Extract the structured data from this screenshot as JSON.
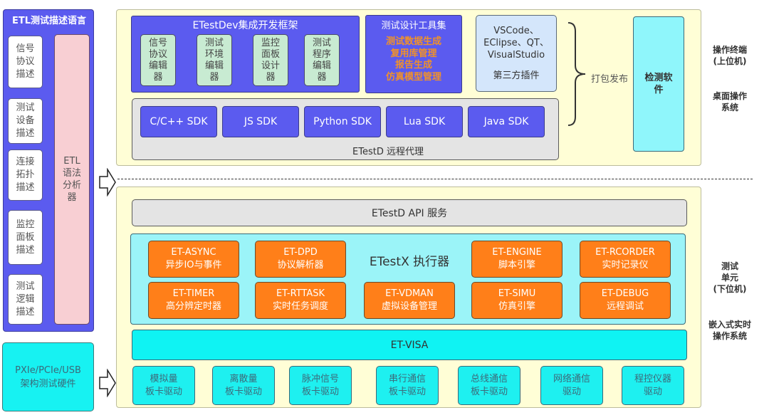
{
  "etl_panel": {
    "title": "ETL测试描述语言",
    "items": [
      {
        "lines": [
          "信号",
          "协议",
          "描述"
        ]
      },
      {
        "lines": [
          "测试",
          "设备",
          "描述"
        ]
      },
      {
        "lines": [
          "连接",
          "拓扑",
          "描述"
        ]
      },
      {
        "lines": [
          "监控",
          "面板",
          "描述"
        ]
      },
      {
        "lines": [
          "测试",
          "逻辑",
          "描述"
        ]
      }
    ],
    "analyzer": [
      "ETL",
      "语法",
      "分析",
      "器"
    ]
  },
  "hardware": {
    "lines": [
      "PXIe/PCIe/USB",
      "架构测试硬件"
    ]
  },
  "upper": {
    "dev_frame": {
      "title": "ETestDev集成开发框架",
      "editors": [
        {
          "lines": [
            "信号",
            "协议",
            "编辑",
            "器"
          ]
        },
        {
          "lines": [
            "测试",
            "环境",
            "编辑",
            "器"
          ]
        },
        {
          "lines": [
            "监控",
            "面板",
            "设计",
            "器"
          ]
        },
        {
          "lines": [
            "测试",
            "程序",
            "编辑",
            "器"
          ]
        }
      ]
    },
    "tool_set": {
      "title": "测试设计工具集",
      "items": [
        "测试数据生成",
        "复用库管理",
        "报告生成",
        "仿真模型管理"
      ]
    },
    "third_party": {
      "lines": [
        "VSCode、",
        "EClipse、QT、",
        "VisualStudio"
      ],
      "label": "第三方插件"
    },
    "agent": {
      "sdks": [
        "C/C++ SDK",
        "JS SDK",
        "Python SDK",
        "Lua SDK",
        "Java SDK"
      ],
      "label": "ETestD 远程代理"
    },
    "publish": "打包发布",
    "detect_software": [
      "检测软",
      "件"
    ]
  },
  "side_labels": {
    "host": [
      "操作终端",
      "(上位机)"
    ],
    "desktop_os": [
      "桌面操作",
      "系统"
    ],
    "unit": [
      "测试",
      "单元",
      "(下位机)"
    ],
    "rtos": [
      "嵌入式实时",
      "操作系统"
    ]
  },
  "lower": {
    "api": "ETestD API 服务",
    "executor_label": "ETestX 执行器",
    "modules": [
      {
        "name": "ET-ASYNC",
        "desc": "异步IO与事件"
      },
      {
        "name": "ET-DPD",
        "desc": "协议解析器"
      },
      {
        "name": "ET-ENGINE",
        "desc": "脚本引擎"
      },
      {
        "name": "ET-RCORDER",
        "desc": "实时记录仪"
      },
      {
        "name": "ET-TIMER",
        "desc": "高分辨定时器"
      },
      {
        "name": "ET-RTTASK",
        "desc": "实时任务调度"
      },
      {
        "name": "ET-VDMAN",
        "desc": "虚拟设备管理"
      },
      {
        "name": "ET-SIMU",
        "desc": "仿真引擎"
      },
      {
        "name": "ET-DEBUG",
        "desc": "远程调试"
      }
    ],
    "visa": "ET-VISA",
    "drivers": [
      {
        "lines": [
          "模拟量",
          "板卡驱动"
        ]
      },
      {
        "lines": [
          "离散量",
          "板卡驱动"
        ]
      },
      {
        "lines": [
          "脉冲信号",
          "板卡驱动"
        ]
      },
      {
        "lines": [
          "串行通信",
          "板卡驱动"
        ]
      },
      {
        "lines": [
          "总线通信",
          "板卡驱动"
        ]
      },
      {
        "lines": [
          "网络通信",
          "驱动"
        ]
      },
      {
        "lines": [
          "程控仪器",
          "驱动"
        ]
      }
    ]
  }
}
